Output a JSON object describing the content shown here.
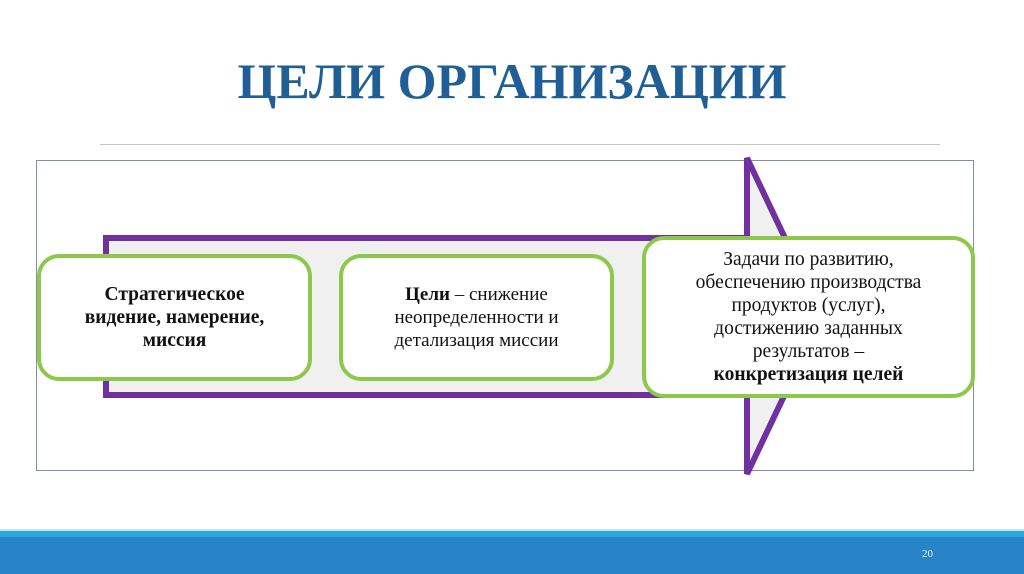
{
  "slide": {
    "title": "ЦЕЛИ ОРГАНИЗАЦИИ",
    "page_number": "20"
  },
  "diagram": {
    "colors": {
      "title": "#1f5f95",
      "arrow_border": "#7030a0",
      "arrow_fill": "#f0f0f0",
      "box_border": "#8cc84b",
      "footer": "#2783c6",
      "footer_stripe": "#29a8e0"
    },
    "boxes": [
      {
        "lines": [
          "Стратегическое",
          "видение, намерение,",
          "миссия"
        ]
      },
      {
        "bold_lead": "Цели",
        "rest_first_line": " – снижение",
        "lines": [
          "неопределенности и",
          "детализация миссии"
        ]
      },
      {
        "lines": [
          "Задачи по развитию,",
          "обеспечению производства",
          "продуктов (услуг),",
          "достижению заданных",
          "результатов –"
        ],
        "bold_tail": "конкретизация целей"
      }
    ]
  }
}
